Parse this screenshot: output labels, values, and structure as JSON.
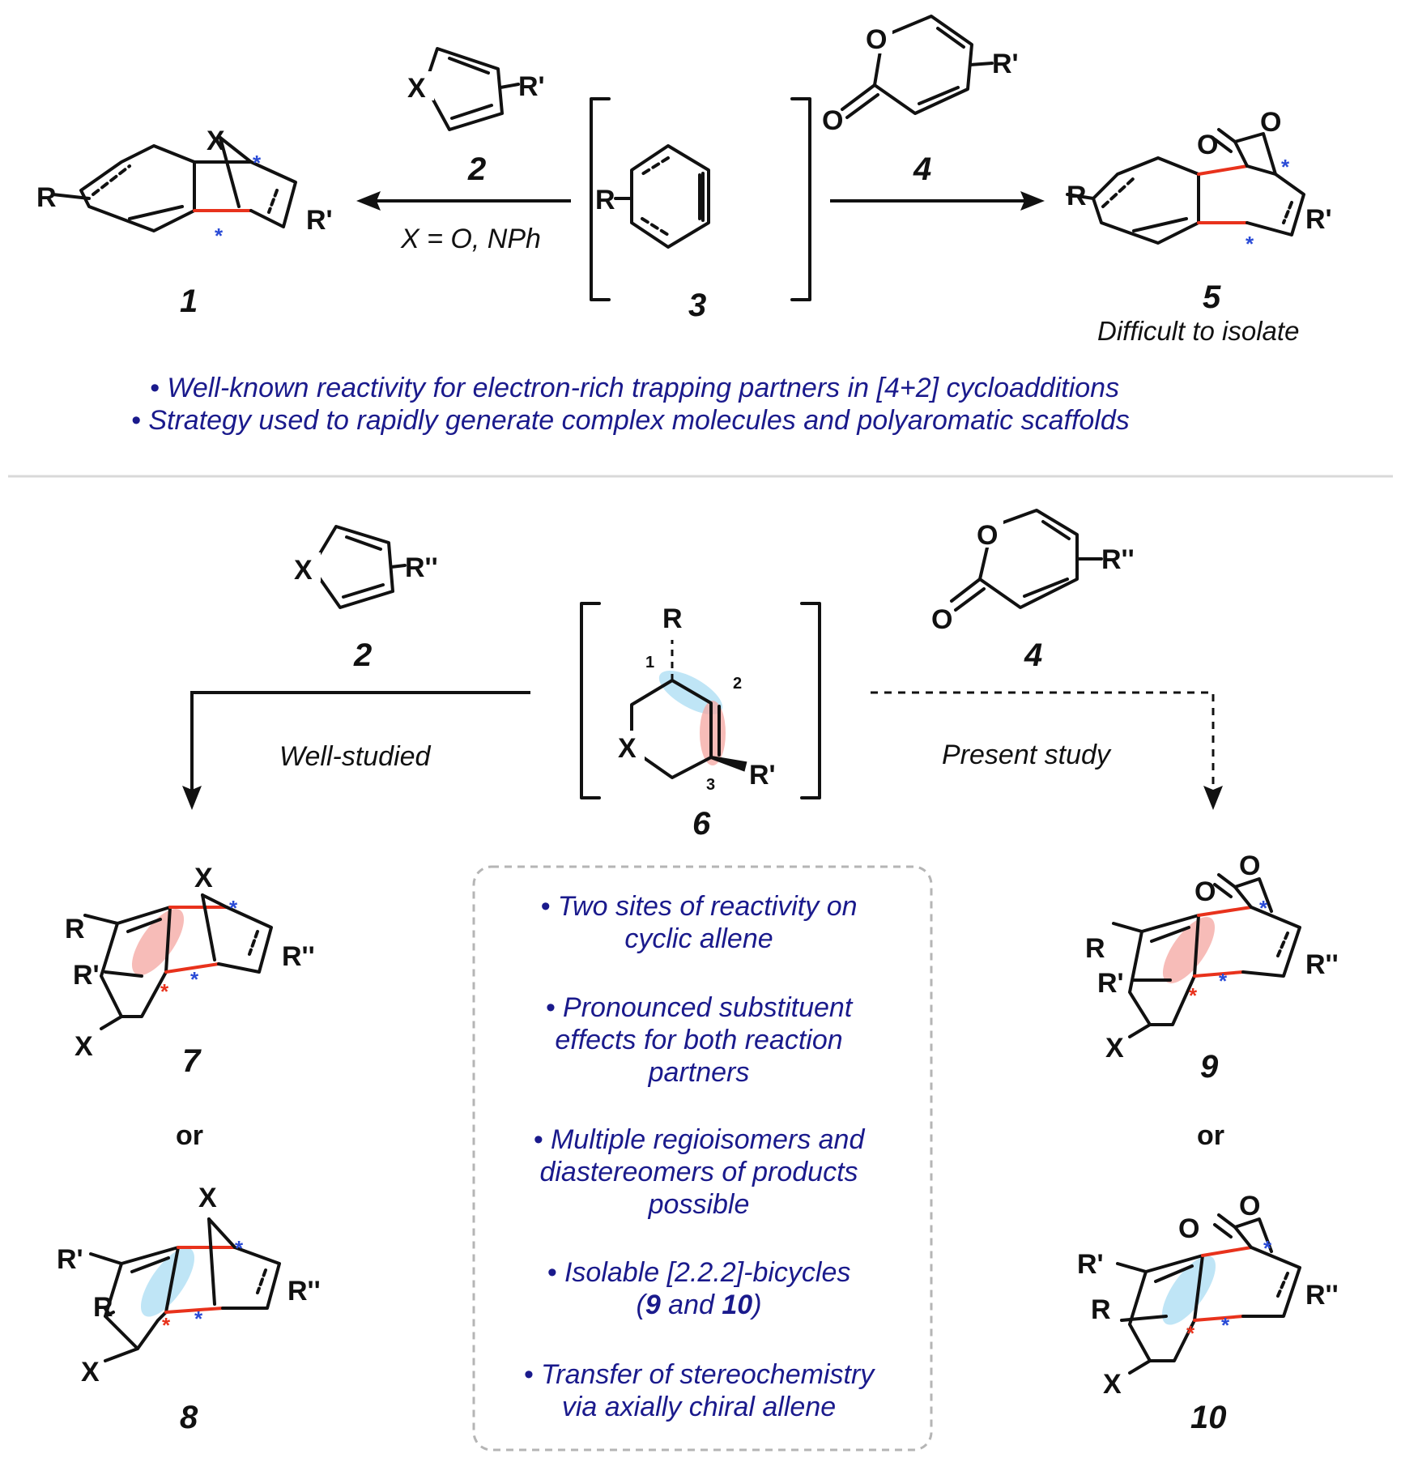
{
  "top": {
    "diene_furan": {
      "heteroatom": "X",
      "substituent": "R'",
      "number": "2"
    },
    "pyrone": {
      "oxygen": "O",
      "carbonyl": "O",
      "substituent": "R'",
      "number": "4"
    },
    "aryne": {
      "substituent": "R",
      "number": "3"
    },
    "product_left": {
      "bridge": "X",
      "r": "R",
      "r_prime": "R'",
      "number": "1"
    },
    "product_right": {
      "o_ring": "O",
      "o_carbonyl": "O",
      "r": "R",
      "r_prime": "R'",
      "number": "5",
      "note": "Difficult to isolate"
    },
    "condition": "X = O, NPh",
    "bullets": [
      "• Well-known reactivity for electron-rich trapping partners in [4+2] cycloadditions",
      "• Strategy used to rapidly generate complex molecules and polyaromatic scaffolds"
    ]
  },
  "bottom": {
    "diene_furan": {
      "heteroatom": "X",
      "substituent": "R''",
      "number": "2"
    },
    "pyrone": {
      "oxygen": "O",
      "carbonyl": "O",
      "substituent": "R''",
      "number": "4"
    },
    "allene": {
      "r": "R",
      "r_prime": "R'",
      "x": "X",
      "pos1": "1",
      "pos2": "2",
      "pos3": "3",
      "number": "6"
    },
    "left_label": "Well-studied",
    "right_label": "Present study",
    "or_word": "or",
    "products": {
      "p7": {
        "x_bridge": "X",
        "r": "R",
        "r_prime": "R'",
        "r2": "R''",
        "x_ring": "X",
        "number": "7"
      },
      "p8": {
        "x_bridge": "X",
        "r": "R",
        "r_prime": "R'",
        "r2": "R''",
        "x_ring": "X",
        "number": "8"
      },
      "p9": {
        "o_ring": "O",
        "o_carbonyl": "O",
        "r": "R",
        "r_prime": "R'",
        "r2": "R''",
        "x_ring": "X",
        "number": "9"
      },
      "p10": {
        "o_ring": "O",
        "o_carbonyl": "O",
        "r": "R",
        "r_prime": "R'",
        "r2": "R''",
        "x_ring": "X",
        "number": "10"
      }
    },
    "box_points": [
      [
        "• Two sites of reactivity on",
        "cyclic allene"
      ],
      [
        "• Pronounced substituent",
        "effects for both reaction",
        "partners"
      ],
      [
        "• Multiple regioisomers and",
        "diastereomers of products",
        "possible"
      ],
      [
        "• Isolable [2.2.2]-bicycles",
        "(",
        "9",
        " and ",
        "10",
        ")"
      ],
      [
        "• Transfer of stereochemistry",
        "via axially chiral allene"
      ]
    ]
  },
  "colors": {
    "blue_text": "#1a1a8c",
    "red_bond": "#e8321c",
    "blue_asterisk": "#2a4bd6",
    "highlight_red": "#f4a6a0",
    "highlight_blue": "#a9dcf3"
  }
}
